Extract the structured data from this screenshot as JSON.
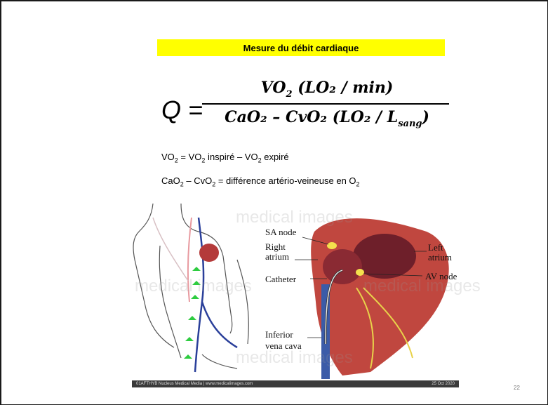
{
  "slide": {
    "title": "Mesure du débit cardiaque",
    "formula": {
      "lhs": "Q =",
      "numerator": "VO",
      "numerator_sub": "2",
      "numerator_unit": "(LO₂ / min)",
      "denominator": "CaO₂ – CvO₂ (LO₂ / L",
      "denominator_sub": "sang",
      "denominator_close": ")"
    },
    "line1": {
      "prefix": "VO",
      "eq": " = VO",
      "mid": " inspiré – VO",
      "suffix": " expiré",
      "sub": "2"
    },
    "line2": {
      "prefix": "CaO",
      "mid": " – CvO",
      "text": " = différence artério-veineuse en O",
      "sub": "2"
    },
    "illustration": {
      "labels": {
        "sa_node": "SA node",
        "right_atrium_1": "Right",
        "right_atrium_2": "atrium",
        "catheter": "Catheter",
        "left_atrium_1": "Left",
        "left_atrium_2": "atrium",
        "av_node": "AV node",
        "ivc_1": "Inferior",
        "ivc_2": "vena cava"
      },
      "watermark": "medical images",
      "credit_left": "01AFTHYB   Nucleus Medical Media | www.medicalimages.com",
      "credit_right": "25 Oct 2020"
    },
    "page_number": "22"
  }
}
